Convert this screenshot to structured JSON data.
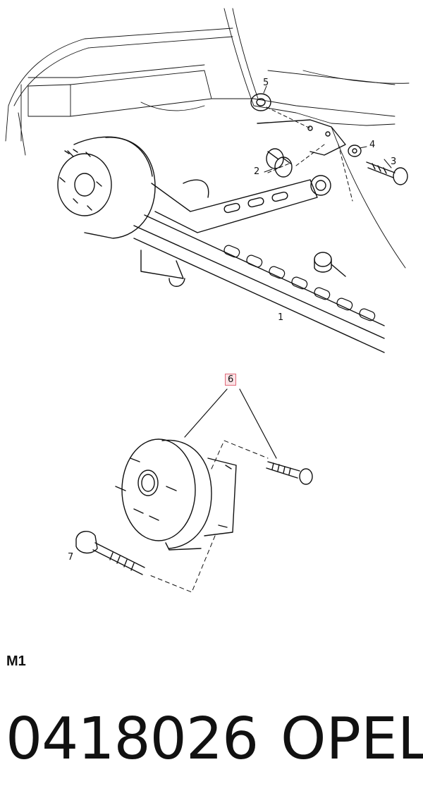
{
  "callouts": {
    "c1": "1",
    "c2": "2",
    "c3": "3",
    "c4": "4",
    "c5": "5",
    "c6": "6",
    "c7": "7"
  },
  "footer": {
    "model_code": "M1",
    "doc_number": "0418026",
    "brand": "OPEL"
  },
  "colors": {
    "line": "#111111",
    "highlight_border": "#e06b7a",
    "highlight_fill": "#fbe3e6"
  }
}
